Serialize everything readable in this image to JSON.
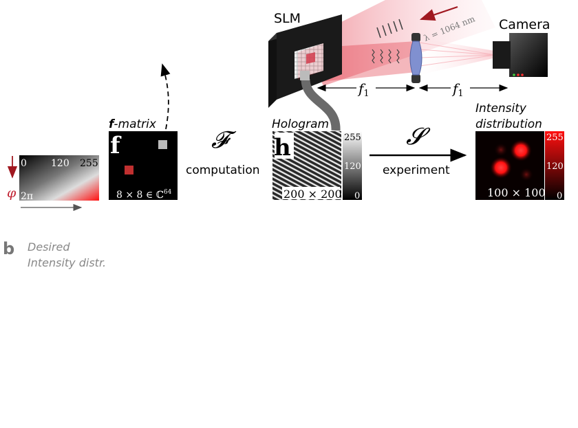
{
  "labels": {
    "slm": "SLM",
    "camera": "Camera",
    "wavelength": "λ = 1064 nm",
    "f1_left": "f",
    "f1_right": "f",
    "f1_subscript": "1",
    "fmatrix_prefix": "f",
    "fmatrix_suffix": "-matrix",
    "fmatrix_letter": "f",
    "fmatrix_dim": "8 × 8 ∈ ℂ",
    "fmatrix_dim_sup": "64",
    "fourier_symbol": "𝓕",
    "computation": "computation",
    "hologram": "Hologram",
    "hologram_letter": "h",
    "hologram_dim": "200 × 200",
    "s_symbol": "𝓢",
    "experiment": "experiment",
    "intensity_line1": "Intensity",
    "intensity_line2": "distribution",
    "intensity_dim": "100 × 100",
    "phase_tick_0": "0",
    "phase_tick_120": "120",
    "phase_tick_255": "255",
    "phase_symbol": "φ",
    "phase_2pi": "2π",
    "holo_cb_255": "255",
    "holo_cb_120": "120",
    "holo_cb_0": "0",
    "int_cb_255": "255",
    "int_cb_120": "120",
    "int_cb_0": "0",
    "panel_b": "b",
    "desired_line1": "Desired",
    "desired_line2": "Intensity distr."
  },
  "colors": {
    "laser_red": "#e0202a",
    "intensity_red": "#ff2020",
    "dark_red_arrow": "#a01820",
    "lens_blue": "#7080c0",
    "fiber_gray": "#6a6a6a",
    "panel_b_gray": "#888888"
  },
  "icons": {
    "slm": "slm-device-icon",
    "camera": "camera-icon",
    "lens": "lens-icon",
    "fiber": "fiber-cable-icon"
  }
}
